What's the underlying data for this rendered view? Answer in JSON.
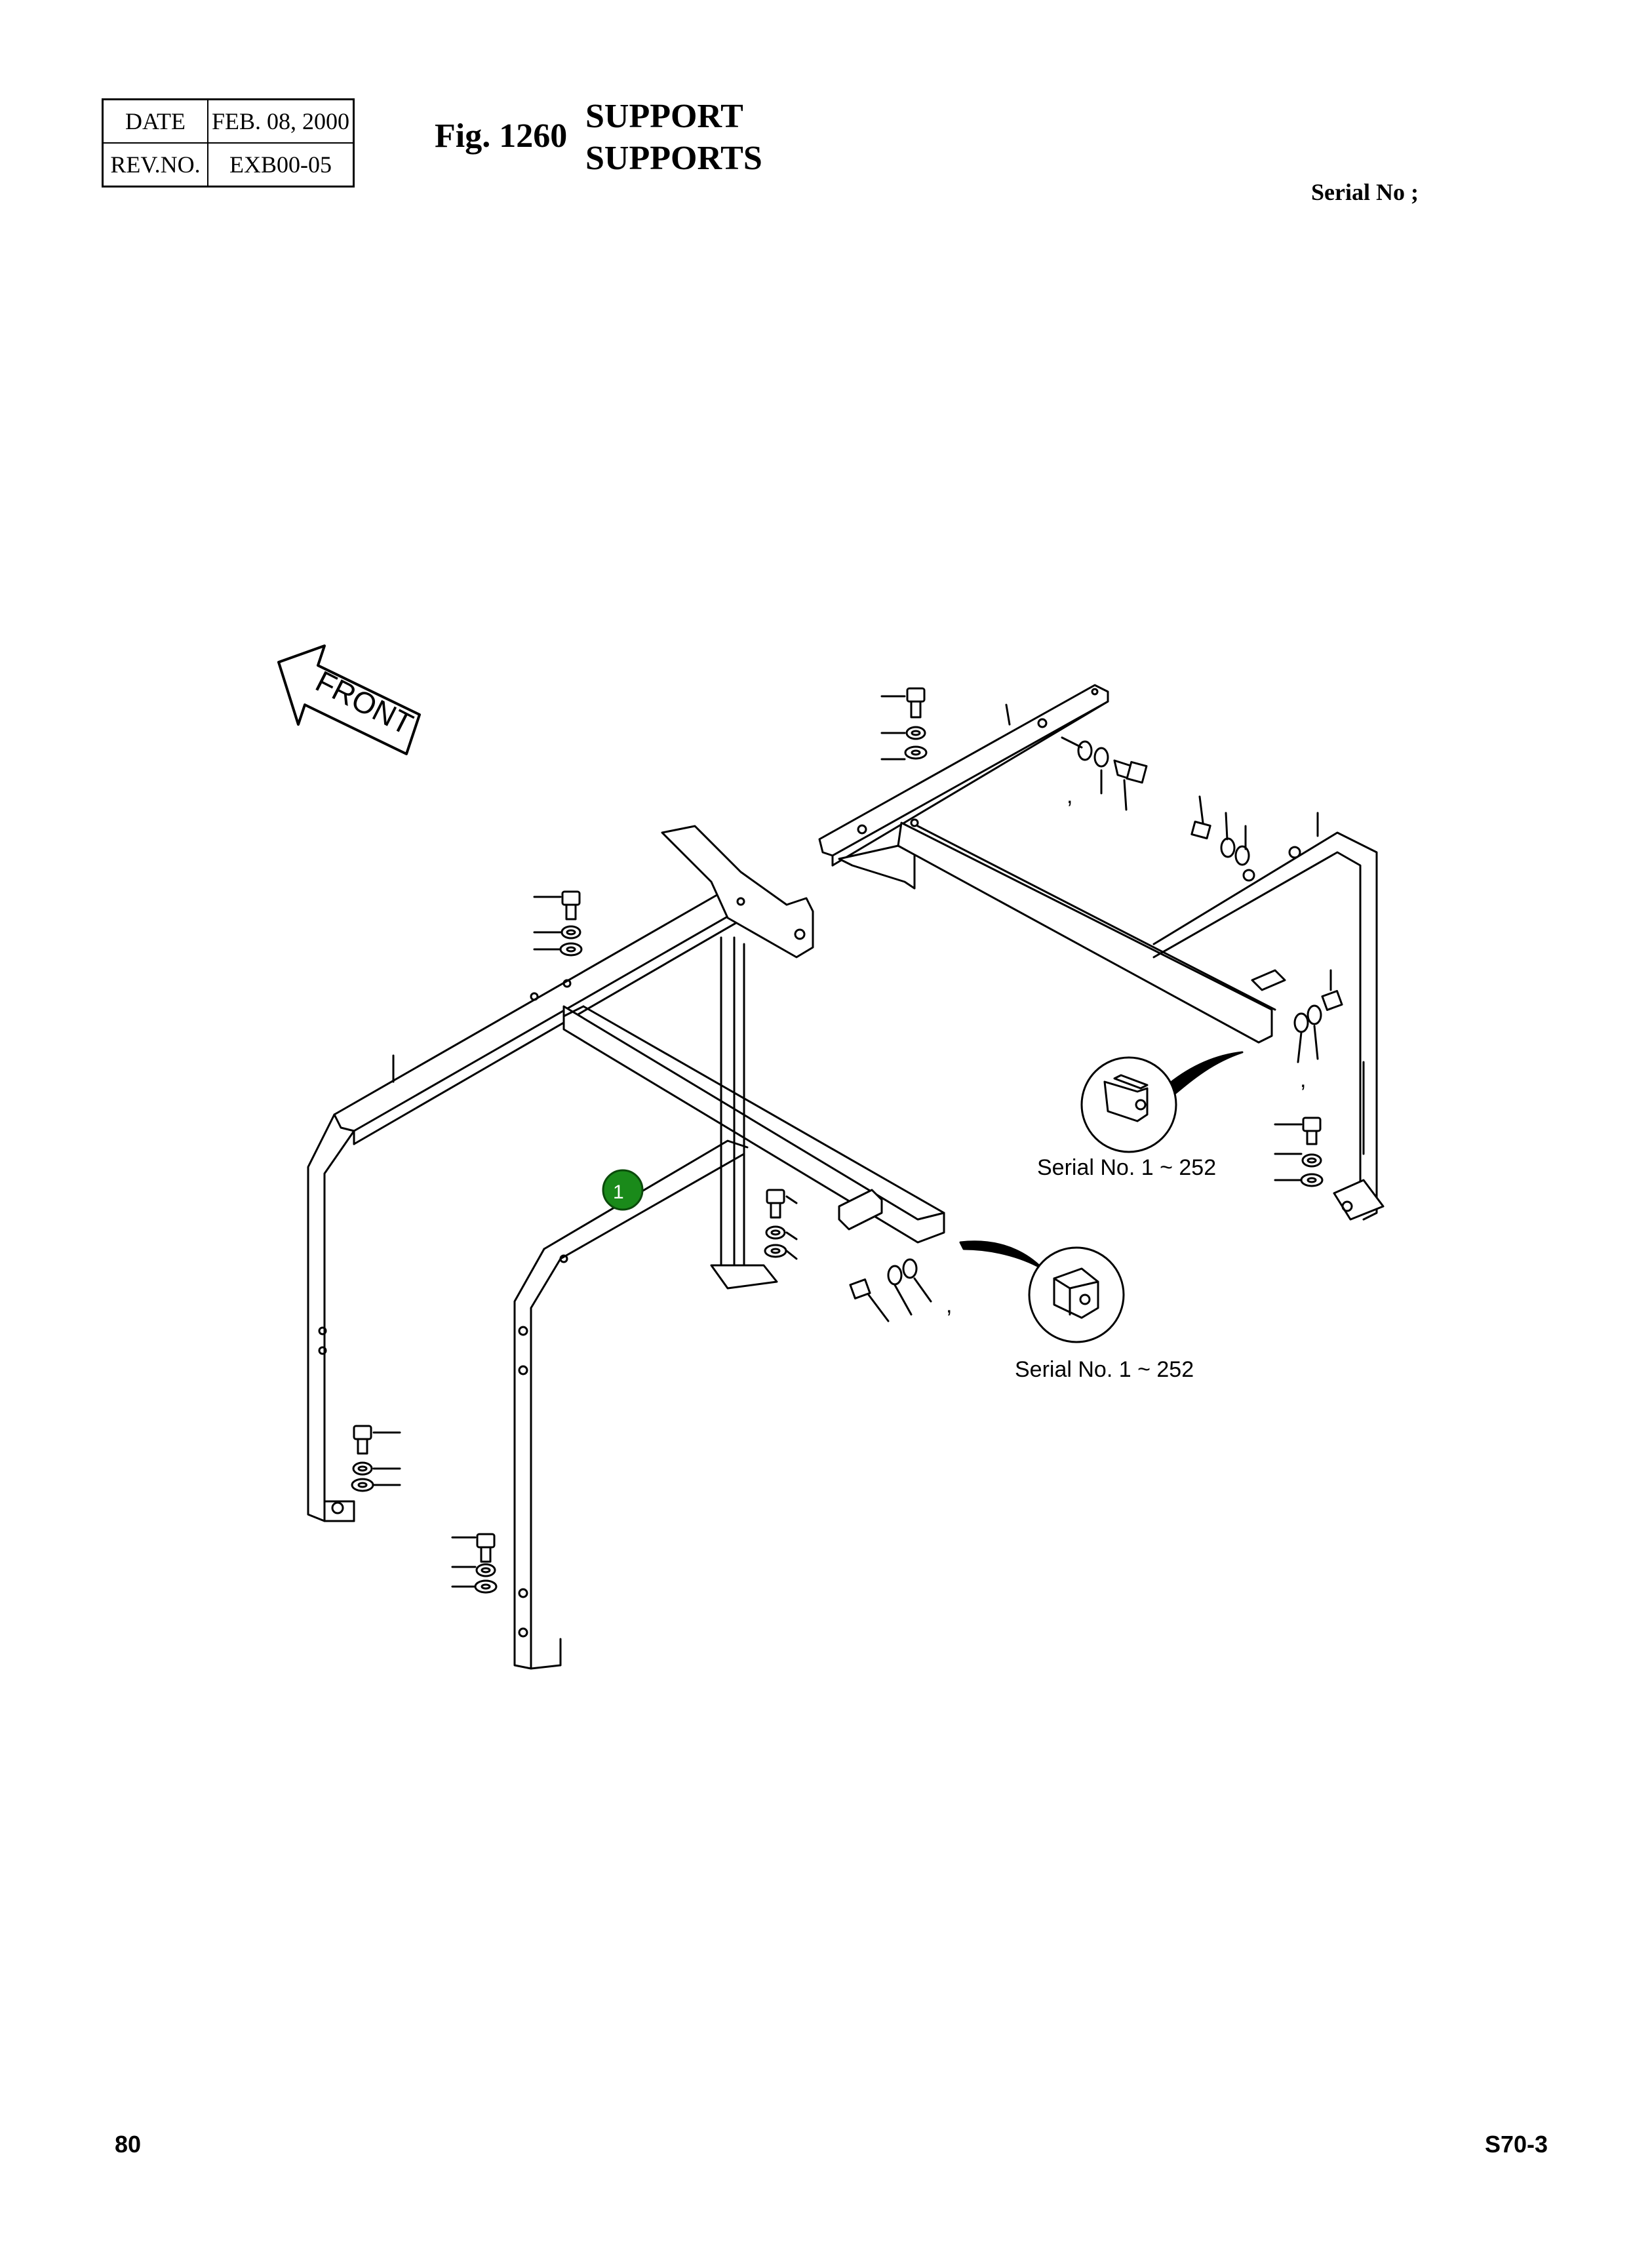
{
  "header": {
    "date_label": "DATE",
    "date_value": "FEB. 08, 2000",
    "rev_label": "REV.NO.",
    "rev_value": "EXB00-05",
    "fig_label": "Fig. 1260",
    "title_line1": "SUPPORT",
    "title_line2": "SUPPORTS",
    "serial_heading": "Serial No ;"
  },
  "diagram": {
    "front_arrow_label": "FRONT",
    "callout_number": "1",
    "callout_color": "#1a8a1a",
    "serial_note_right": "Serial No. 1 ~ 252",
    "serial_note_lower": "Serial No. 1 ~ 252",
    "comma_mark": ","
  },
  "footer": {
    "page_number": "80",
    "model_code": "S70-3"
  }
}
